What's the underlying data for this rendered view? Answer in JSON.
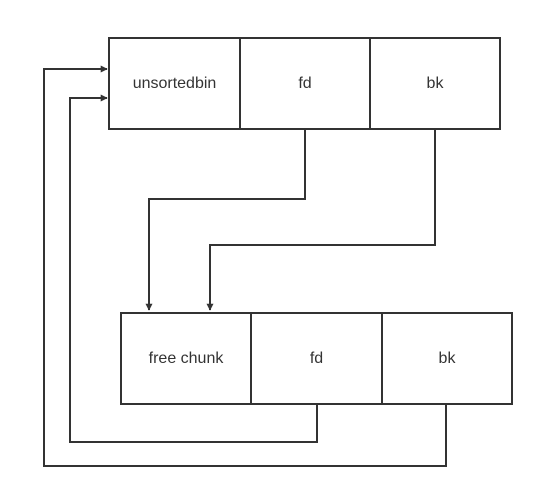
{
  "diagram": {
    "top_row": {
      "head_label": "unsortedbin",
      "fd_label": "fd",
      "bk_label": "bk"
    },
    "bottom_row": {
      "head_label": "free chunk",
      "fd_label": "fd",
      "bk_label": "bk"
    }
  },
  "colors": {
    "line": "#333333",
    "box_border": "#333333",
    "text": "#333333",
    "background": "#ffffff"
  }
}
